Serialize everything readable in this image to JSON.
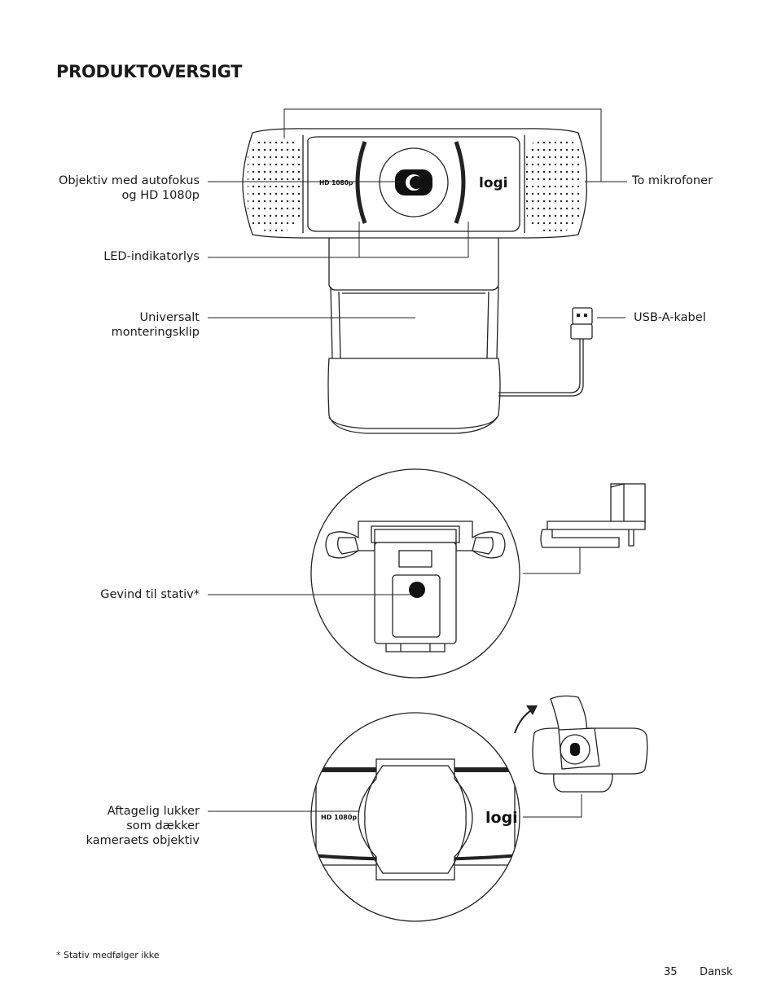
{
  "page": {
    "title": "PRODUKTOVERSIGT",
    "footnote": "* Stativ medfølger ikke",
    "page_number": "35",
    "language": "Dansk"
  },
  "labels": {
    "lens": [
      "Objektiv med autofokus",
      "og HD 1080p"
    ],
    "microphones": "To mikrofoner",
    "led": "LED-indikatorlys",
    "clip": [
      "Universalt",
      "monteringsklip"
    ],
    "usb": "USB-A-kabel",
    "tripod": "Gevind til stativ*",
    "shutter": [
      "Aftagelig lukker",
      "som dækker",
      "kameraets objektiv"
    ]
  },
  "camera_markings": {
    "resolution": "HD 1080p",
    "brand": "logi"
  },
  "icons": [
    "webcam-illustration",
    "usb-connector-icon",
    "tripod-thread-illustration",
    "privacy-shutter-illustration",
    "rotate-arrow-icon"
  ]
}
